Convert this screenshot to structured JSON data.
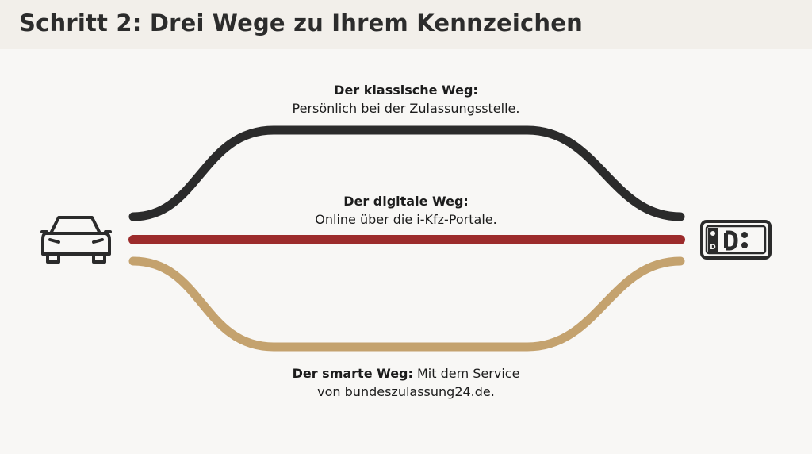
{
  "header": {
    "title": "Schritt 2: Drei Wege zu Ihrem Kennzeichen"
  },
  "colors": {
    "classic_route": "#2b2b2b",
    "digital_route": "#9c2b2b",
    "smart_route": "#c4a26e",
    "icon_stroke": "#2b2b2b"
  },
  "start_icon": "car-icon",
  "end_icon": "license-plate-icon",
  "plate_icon": {
    "country_code": "D"
  },
  "routes": [
    {
      "id": "classic",
      "title": "Der klassische Weg:",
      "line2": "Persönlich bei der Zulassungsstelle."
    },
    {
      "id": "digital",
      "title": "Der digitale Weg:",
      "line2": "Online über die i-Kfz-Portale."
    },
    {
      "id": "smart",
      "title": "Der smarte Weg:",
      "line1_rest": " Mit dem Service",
      "line2": "von bundeszulassung24.de."
    }
  ]
}
